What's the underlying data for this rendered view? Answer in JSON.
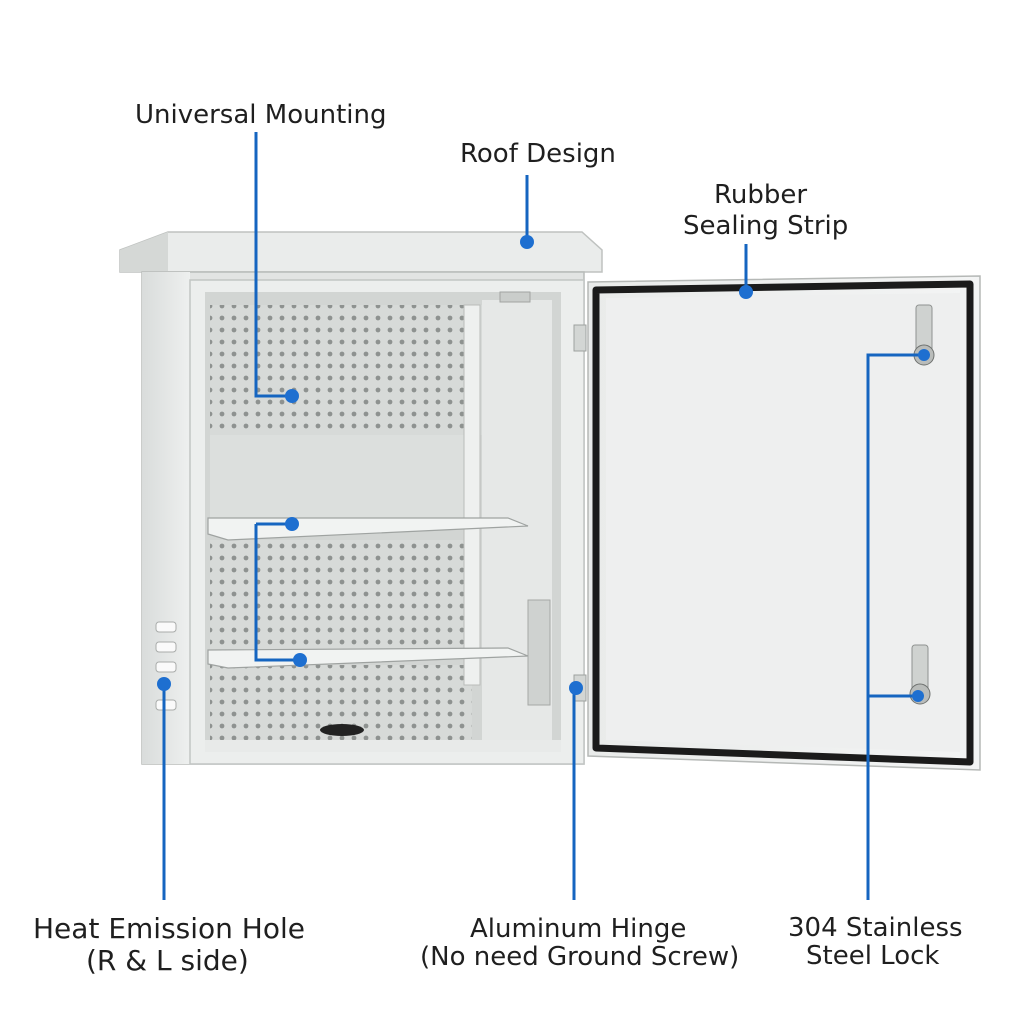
{
  "diagram": {
    "callouts": {
      "universal_mounting": "Universal Mounting",
      "roof_design": "Roof Design",
      "rubber_sealing_line1": "Rubber",
      "rubber_sealing_line2": "Sealing Strip",
      "heat_emission_line1": "Heat Emission Hole",
      "heat_emission_line2": "(R & L side)",
      "hinge_line1": "Aluminum Hinge",
      "hinge_line2": "(No need Ground Screw)",
      "lock_line1": "304 Stainless",
      "lock_line2": "Steel Lock"
    },
    "colors": {
      "callout_line": "#1565c0",
      "callout_dot": "#1e6fd0",
      "enclosure_body": "#e4e6e5",
      "enclosure_shadow": "#c9ccca",
      "door_panel": "#eceeed",
      "gasket": "#1b1b1b"
    }
  }
}
